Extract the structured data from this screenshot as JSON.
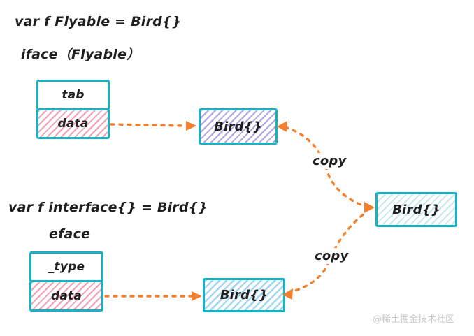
{
  "iface_section": {
    "code": "var f Flyable = Bird{}",
    "label": "iface（Flyable）",
    "fields": [
      "tab",
      "data"
    ],
    "heap_box": "Bird{}"
  },
  "eface_section": {
    "code": "var f interface{} = Bird{}",
    "label": "eface",
    "fields": [
      "_type",
      "data"
    ],
    "heap_box": "Bird{}"
  },
  "source_box": "Bird{}",
  "annotations": {
    "copy_top": "copy",
    "copy_bottom": "copy"
  },
  "watermark": "@稀土掘金技术社区",
  "colors": {
    "box_border": "#16b3c5",
    "arrow": "#f2802e",
    "hatch_pink": "#f29fb6",
    "hatch_purple": "#b2a4e3",
    "hatch_cyan": "#c6e9ef",
    "hatch_blue": "#a5d6f0",
    "text": "#1f1f1f",
    "watermark": "#c9c9c9"
  }
}
